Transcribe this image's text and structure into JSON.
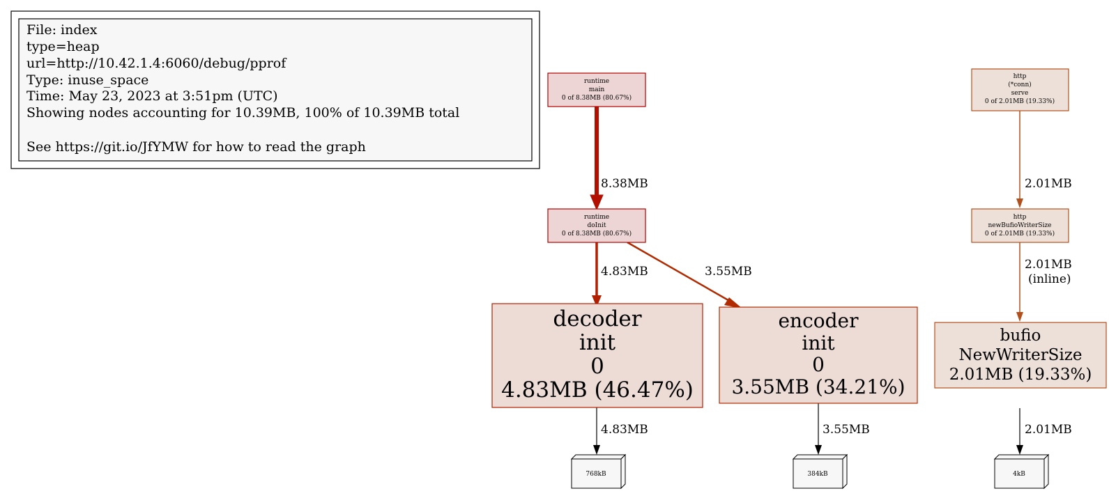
{
  "legend": {
    "lines": [
      "File: index",
      "type=heap",
      "url=http://10.42.1.4:6060/debug/pprof",
      "Type: inuse_space",
      "Time: May 23, 2023 at 3:51pm (UTC)",
      "Showing nodes accounting for 10.39MB, 100% of 10.39MB total",
      "",
      "See https://git.io/JfYMW for how to read the graph"
    ]
  },
  "nodes": {
    "runtime_main": {
      "lines": [
        "runtime",
        "main",
        "0 of 8.38MB (80.67%)"
      ],
      "fill": "#edd5d5",
      "stroke": "#b20000"
    },
    "runtime_doinit": {
      "lines": [
        "runtime",
        "doInit",
        "0 of 8.38MB (80.67%)"
      ],
      "fill": "#edd5d5",
      "stroke": "#b20000"
    },
    "decoder_init": {
      "lines": [
        "decoder",
        "init",
        "0",
        "4.83MB (46.47%)"
      ],
      "fill": "#eddbd5",
      "stroke": "#b21e00"
    },
    "encoder_init": {
      "lines": [
        "encoder",
        "init",
        "0",
        "3.55MB (34.21%)"
      ],
      "fill": "#eddcd5",
      "stroke": "#b22a00"
    },
    "http_conn_serve": {
      "lines": [
        "http",
        "(*conn)",
        "serve",
        "0 of 2.01MB (19.33%)"
      ],
      "fill": "#ede0d8",
      "stroke": "#b2501d"
    },
    "http_newbufio": {
      "lines": [
        "http",
        "newBufioWriterSize",
        "0 of 2.01MB (19.33%)"
      ],
      "fill": "#ede0d8",
      "stroke": "#b2501d"
    },
    "bufio_newwritersize": {
      "lines": [
        "bufio",
        "NewWriterSize",
        "2.01MB (19.33%)"
      ],
      "fill": "#ede0d8",
      "stroke": "#b2501d"
    },
    "box_768": {
      "label": "768kB"
    },
    "box_384": {
      "label": "384kB"
    },
    "box_4": {
      "label": "4kB"
    }
  },
  "edges": {
    "main_to_doinit": {
      "label": "8.38MB",
      "color": "#b20f00"
    },
    "doinit_to_decoder": {
      "label": "4.83MB",
      "color": "#b21e00"
    },
    "doinit_to_encoder": {
      "label": "3.55MB",
      "color": "#b22a00"
    },
    "conn_to_newbufio": {
      "label": "2.01MB",
      "color": "#b2501d"
    },
    "newbufio_to_bufio": {
      "lines": [
        "2.01MB",
        "(inline)"
      ],
      "color": "#b2501d"
    },
    "decoder_to_768": {
      "label": "4.83MB",
      "color": "#000000"
    },
    "encoder_to_384": {
      "label": "3.55MB",
      "color": "#000000"
    },
    "bufio_to_4": {
      "label": "2.01MB",
      "color": "#000000"
    }
  }
}
